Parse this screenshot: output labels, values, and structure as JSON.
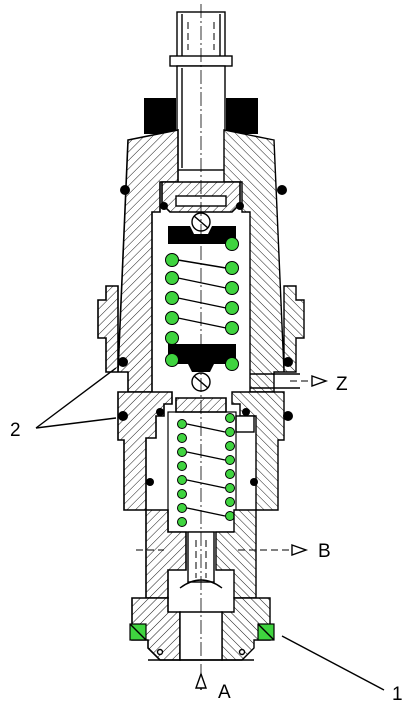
{
  "labels": {
    "z": "Z",
    "b": "B",
    "a": "A",
    "one": "1",
    "two": "2"
  },
  "colors": {
    "spring": "#3fd43f",
    "seal": "#3fd43f",
    "hatch": "#000000"
  }
}
